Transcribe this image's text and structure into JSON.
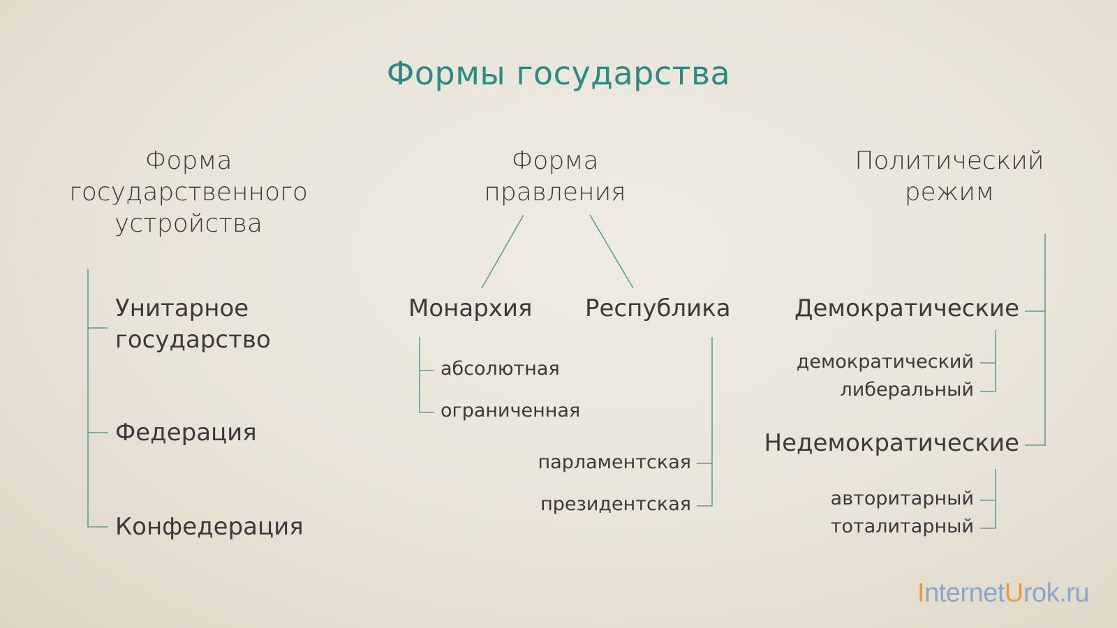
{
  "title": "Формы государства",
  "left": {
    "heading": [
      "Форма",
      "государственного",
      "устройства"
    ],
    "items": [
      "Унитарное государство",
      "Федерация",
      "Конфедерация"
    ]
  },
  "middle": {
    "heading": [
      "Форма",
      "правления"
    ],
    "monarchy": {
      "label": "Монархия",
      "types": [
        "абсолютная",
        "ограниченная"
      ]
    },
    "republic": {
      "label": "Республика",
      "types": [
        "парламентская",
        "президентская"
      ]
    }
  },
  "right": {
    "heading": [
      "Политический",
      "режим"
    ],
    "democratic": {
      "label": "Демократические",
      "types": [
        "демократический",
        "либеральный"
      ]
    },
    "nondemocratic": {
      "label": "Недемократические",
      "types": [
        "авторитарный",
        "тоталитарный"
      ]
    }
  },
  "logo": {
    "part1": "I",
    "part2": "nternet",
    "part3": "U",
    "part4": "rok.ru"
  },
  "colors": {
    "accent": "#2a8a84",
    "line": "#5a9e98",
    "logo_blue": "#8aa7c9",
    "logo_orange": "#e89b3a"
  }
}
